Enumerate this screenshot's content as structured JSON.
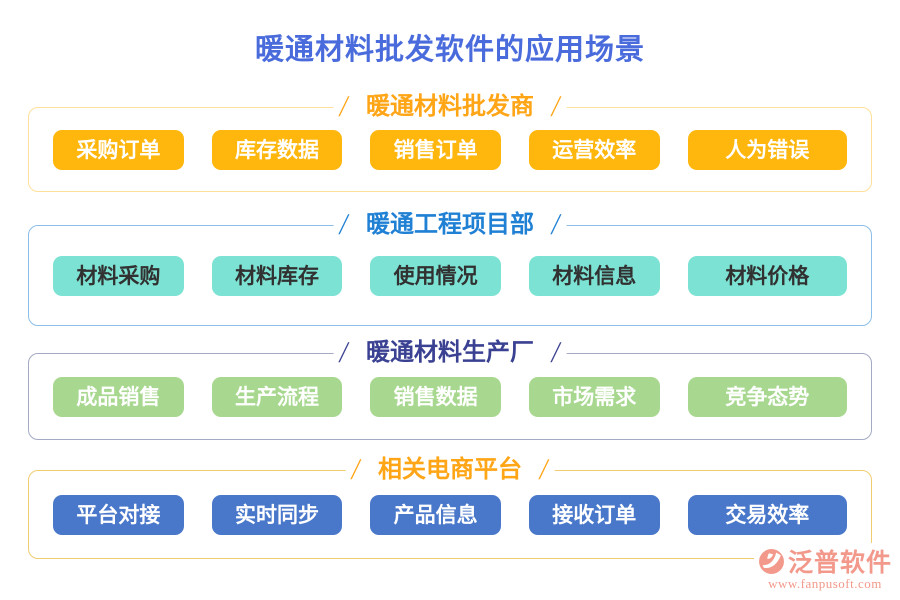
{
  "title": "暖通材料批发软件的应用场景",
  "decor": {
    "slash": "/"
  },
  "colors": {
    "title": "#4A6BDC",
    "section1_header": "#FFA516",
    "section1_border": "#FFE09A",
    "section1_pill_bg": "#FFB60D",
    "section2_header": "#1F80D4",
    "section2_border": "#8BBEE8",
    "section2_pill_bg": "#7CE2D3",
    "section3_header": "#3A4192",
    "section3_border": "#A3AAC2",
    "section3_pill_bg": "#A8D890",
    "section4_header": "#FFA516",
    "section4_border": "#F1CD72",
    "section4_pill_bg": "#4977CA",
    "footer_brand": "#F2998B"
  },
  "sections": [
    {
      "header": "暖通材料批发商",
      "items": [
        "采购订单",
        "库存数据",
        "销售订单",
        "运营效率",
        "人为错误"
      ]
    },
    {
      "header": "暖通工程项目部",
      "items": [
        "材料采购",
        "材料库存",
        "使用情况",
        "材料信息",
        "材料价格"
      ]
    },
    {
      "header": "暖通材料生产厂",
      "items": [
        "成品销售",
        "生产流程",
        "销售数据",
        "市场需求",
        "竞争态势"
      ]
    },
    {
      "header": "相关电商平台",
      "items": [
        "平台对接",
        "实时同步",
        "产品信息",
        "接收订单",
        "交易效率"
      ]
    }
  ],
  "footer": {
    "brand": "泛普软件",
    "website": "www.fanpusoft.com"
  }
}
